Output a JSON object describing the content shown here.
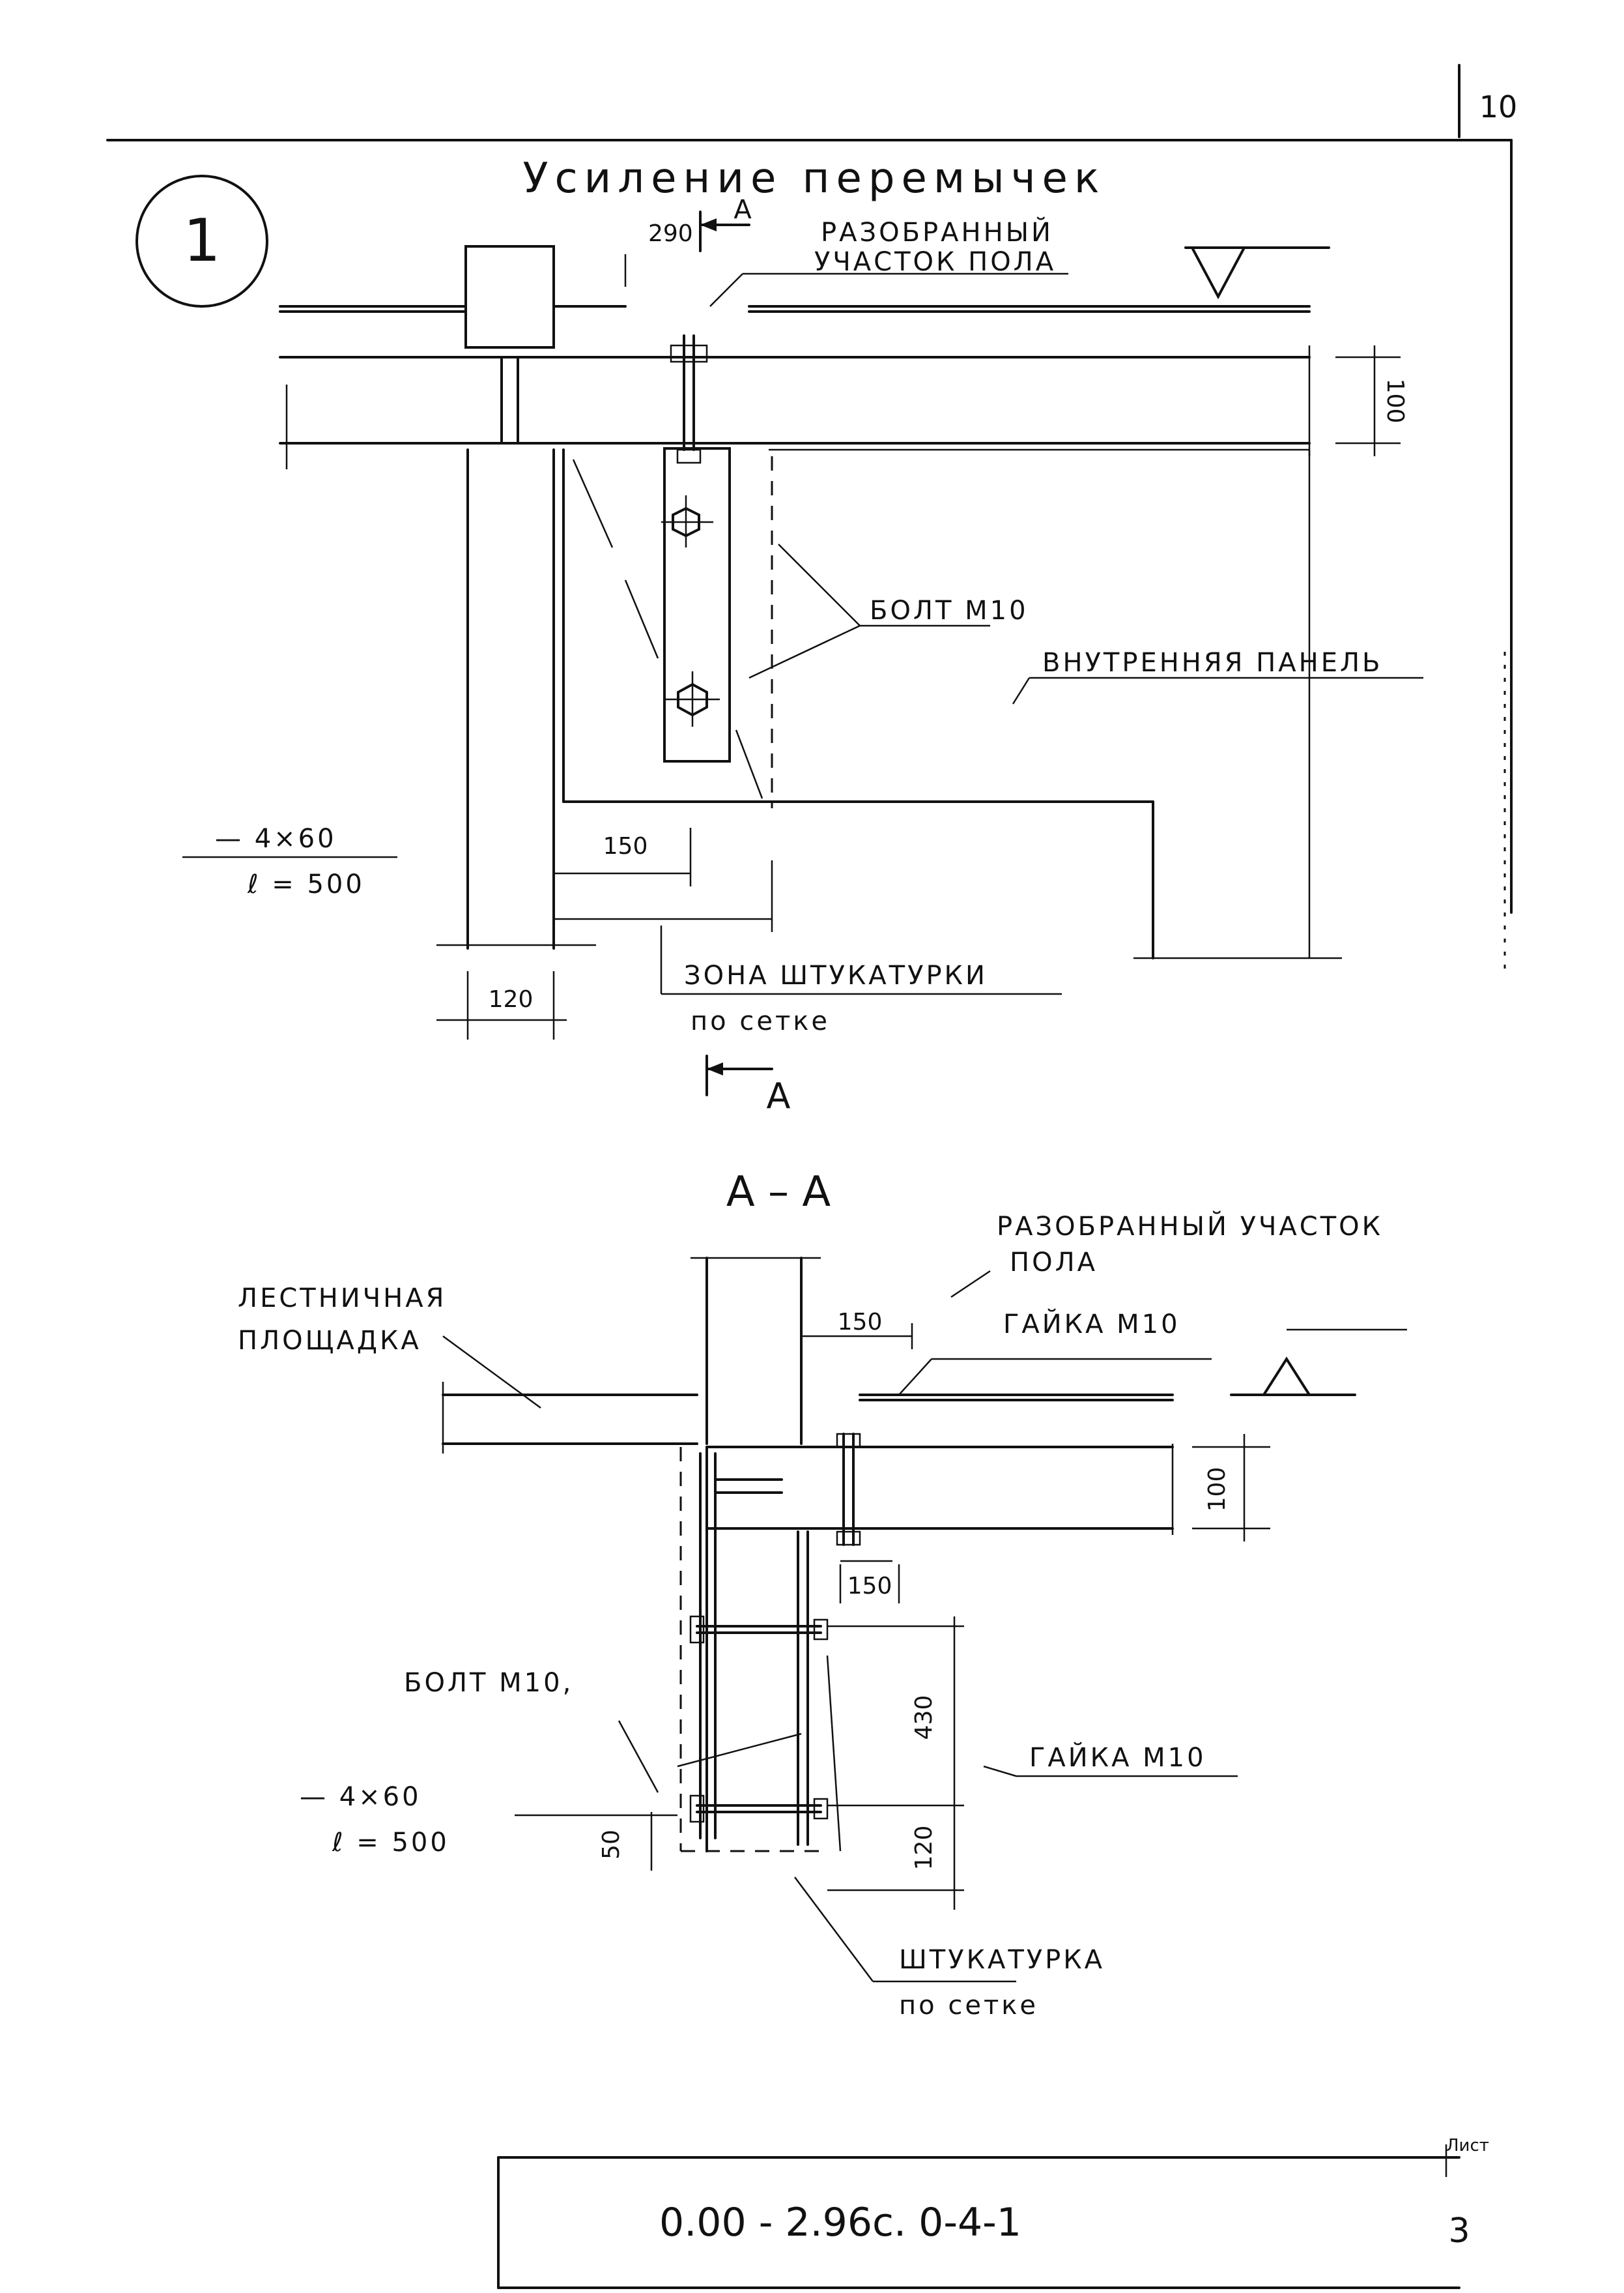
{
  "sheet": {
    "corner_number": "10",
    "title": "Усиление перемычек",
    "detail_number": "1",
    "code": "0.00 - 2.96с. 0-4-1",
    "list_label": "Лист",
    "page": "3"
  },
  "plan": {
    "section_mark_top": "А",
    "section_mark_bottom": "А",
    "label_floor": [
      "РАЗОБРАННЫЙ",
      "УЧАСТОК ПОЛА"
    ],
    "label_bolt": "БОЛТ М10",
    "label_panel": "ВНУТРЕННЯЯ ПАНЕЛЬ",
    "label_strip": [
      "— 4×60",
      "ℓ = 500"
    ],
    "label_zone": [
      "ЗОНА ШТУКАТУРКИ",
      "по сетке"
    ],
    "dims": {
      "d290": "290",
      "d150": "150",
      "d120": "120",
      "d100": "100"
    }
  },
  "section": {
    "title": "А – А",
    "label_floor": [
      "РАЗОБРАННЫЙ УЧАСТОК",
      "ПОЛА"
    ],
    "label_landing": [
      "ЛЕСТНИЧНАЯ",
      "ПЛОЩАДКА"
    ],
    "label_nut_top": "ГАЙКА М10",
    "label_nut_mid": "ГАЙКА М10",
    "label_bolt": "БОЛТ М10,",
    "label_strip": [
      "— 4×60",
      "ℓ = 500"
    ],
    "label_plaster": [
      "ШТУКАТУРКА",
      "по сетке"
    ],
    "dims": {
      "d150a": "150",
      "d100": "100",
      "d150b": "150",
      "d430": "430",
      "d120": "120",
      "d50": "50"
    }
  }
}
